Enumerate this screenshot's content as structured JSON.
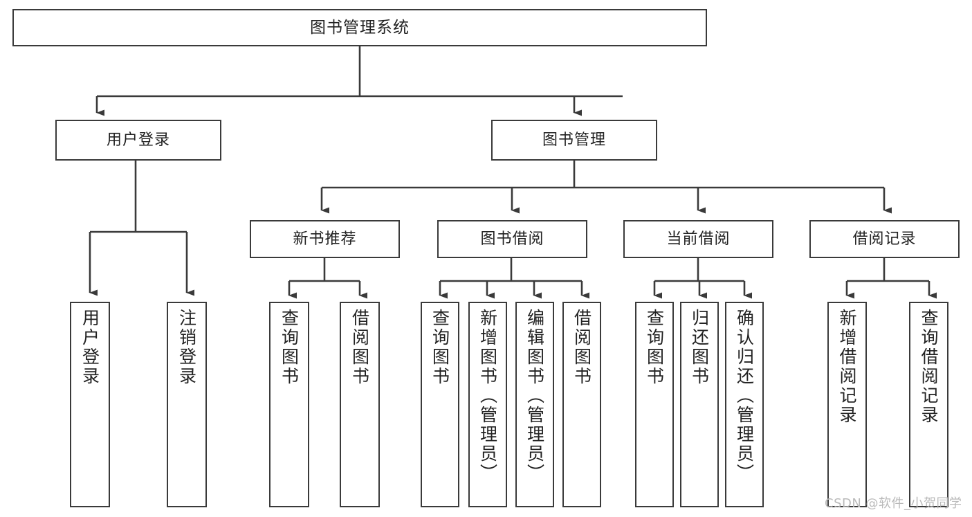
{
  "diagram": {
    "title": "图书管理系统",
    "root": {
      "label": "图书管理系统"
    },
    "level2": [
      {
        "label": "用户登录"
      },
      {
        "label": "图书管理"
      }
    ],
    "level3": [
      {
        "label": "新书推荐"
      },
      {
        "label": "图书借阅"
      },
      {
        "label": "当前借阅"
      },
      {
        "label": "借阅记录"
      }
    ],
    "leaves": [
      {
        "label": "用户登录"
      },
      {
        "label": "注销登录"
      },
      {
        "label": "查询图书"
      },
      {
        "label": "借阅图书"
      },
      {
        "label": "查询图书"
      },
      {
        "label": "新增图书（管理员）"
      },
      {
        "label": "编辑图书（管理员）"
      },
      {
        "label": "借阅图书"
      },
      {
        "label": "查询图书"
      },
      {
        "label": "归还图书"
      },
      {
        "label": "确认归还（管理员）"
      },
      {
        "label": "新增借阅记录"
      },
      {
        "label": "查询借阅记录"
      }
    ]
  },
  "watermark": {
    "text": "CSDN @软件_小贺同学"
  },
  "colors": {
    "stroke": "#3a3a3a",
    "text": "#222222",
    "background": "#ffffff",
    "watermark": "#b9b9b9"
  }
}
